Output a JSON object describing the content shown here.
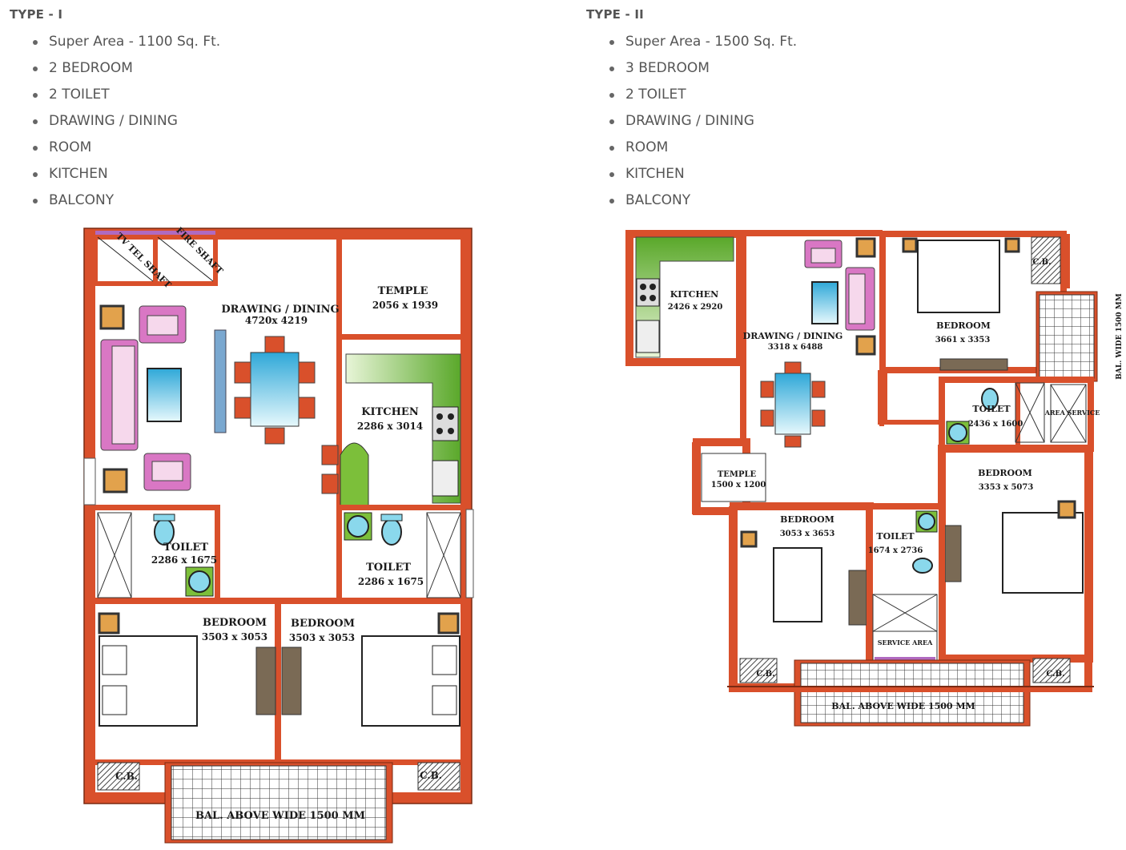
{
  "types": [
    {
      "heading": "TYPE - I",
      "features": [
        "Super Area - 1100 Sq. Ft.",
        "2 BEDROOM",
        "2 TOILET",
        "DRAWING / DINING",
        "ROOM",
        "KITCHEN",
        "BALCONY"
      ],
      "rooms": {
        "tv_shaft": "TV TEL SHAFT",
        "fire_shaft": "FIRE SHAFT",
        "drawing_name": "DRAWING / DINING",
        "drawing_size": "4720x 4219",
        "temple_name": "TEMPLE",
        "temple_size": "2056 x 1939",
        "kitchen_name": "KITCHEN",
        "kitchen_size": "2286 x 3014",
        "toilet1_name": "TOILET",
        "toilet1_size": "2286 x 1675",
        "toilet2_name": "TOILET",
        "toilet2_size": "2286 x 1675",
        "bed1_name": "BEDROOM",
        "bed1_size": "3503 x 3053",
        "bed2_name": "BEDROOM",
        "bed2_size": "3503 x 3053",
        "cb1": "C.B.",
        "cb2": "C.B.",
        "balcony": "BAL. ABOVE WIDE 1500 MM"
      }
    },
    {
      "heading": "TYPE - II",
      "features": [
        "Super Area - 1500 Sq. Ft.",
        "3 BEDROOM",
        "2 TOILET",
        "DRAWING / DINING",
        "ROOM",
        "KITCHEN",
        "BALCONY"
      ],
      "rooms": {
        "kitchen_name": "KITCHEN",
        "kitchen_size": "2426 x 2920",
        "drawing_name": "DRAWING / DINING",
        "drawing_size": "3318 x 6488",
        "bed1_name": "BEDROOM",
        "bed1_size": "3661 x 3353",
        "cb1": "C.B.",
        "side_bal": "BAL. WIDE 1500 MM",
        "toilet1_name": "TOILET",
        "toilet1_size": "2436 x 1600",
        "service1": "AREA SERVICE",
        "temple_name": "TEMPLE",
        "temple_size": "1500 x 1200",
        "bed2_name": "BEDROOM",
        "bed2_size": "3353 x 5073",
        "bed3_name": "BEDROOM",
        "bed3_size": "3053 x 3653",
        "toilet2_name": "TOILET",
        "toilet2_size": "1674 x 2736",
        "service2": "SERVICE AREA",
        "cb2": "C.B.",
        "cb3": "C.B.",
        "balcony": "BAL. ABOVE WIDE 1500 MM"
      }
    }
  ],
  "colors": {
    "wall": "#d9502b",
    "wall_edge": "#7a2a12",
    "kitchen_counter": "#7cbf3a",
    "glass": "#6cc8e0",
    "sofa": "#d977c4",
    "door": "#7a6a55"
  }
}
